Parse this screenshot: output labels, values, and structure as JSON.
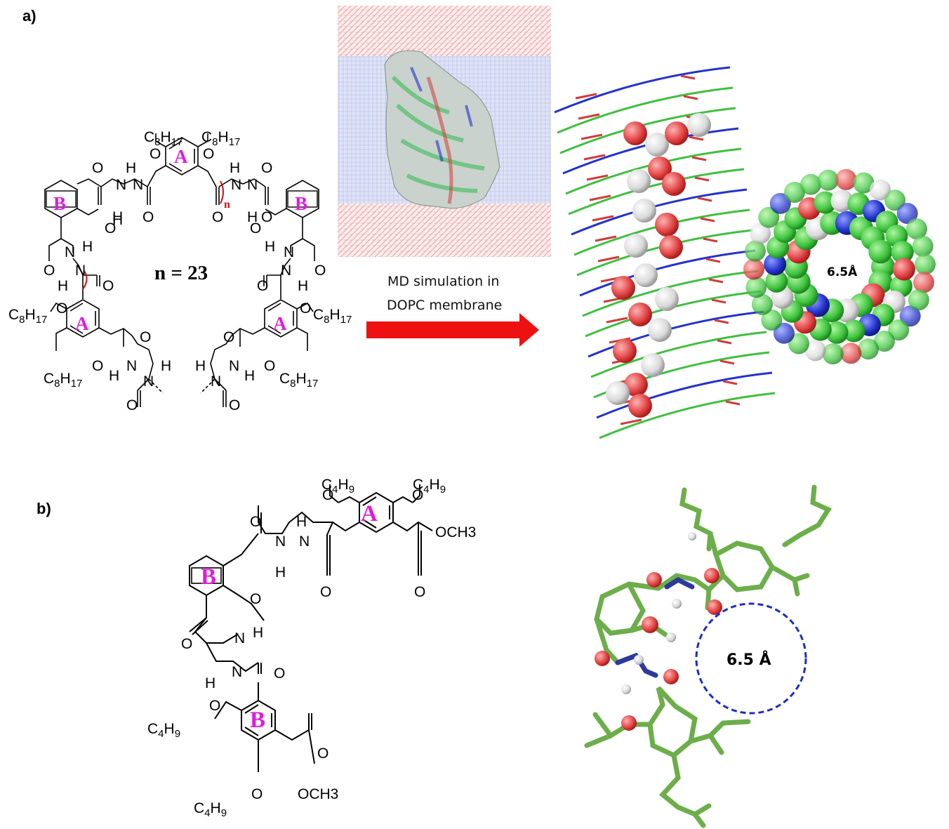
{
  "panels": {
    "a": "a)",
    "b": "b)"
  },
  "panel_a": {
    "subst_top_left": "C8H17",
    "subst_top_right": "C8H17",
    "subst_mid_left": "C8H17",
    "subst_mid_right": "C8H17",
    "subst_low_left": "C8H17",
    "subst_low_right": "C8H17",
    "repeat_n": "n",
    "n_equals": "n = 23",
    "ring_A": "A",
    "ring_B": "B",
    "arrow_line1": "MD simulation in",
    "arrow_line2": "DOPC membrane",
    "pore_label": "6.5Å"
  },
  "panel_b": {
    "subst": "C4H9",
    "ester": "OCH3",
    "ring_A": "A",
    "ring_B": "B",
    "pore_label": "6.5  Å"
  },
  "atoms": {
    "O": "O",
    "N": "N",
    "H": "H"
  },
  "colors": {
    "ring_label": "#e01ae0",
    "repeat_bracket": "#d01010",
    "arrow": "#ee1111",
    "carbon": "#6cae4a",
    "oxygen": "#e04040",
    "nitrogen": "#2b3a9c",
    "hydrogen": "#e8e8e8",
    "pore_circle": "#1a2bcc",
    "membrane": "#c8cff0",
    "water": "#f3b9b9"
  }
}
